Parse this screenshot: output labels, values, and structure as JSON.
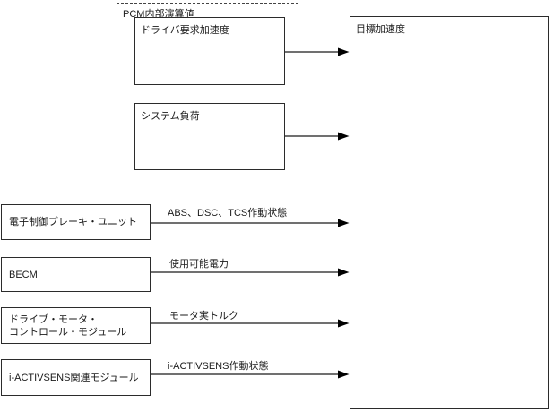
{
  "pcm_group": {
    "title": "PCM内部演算値",
    "boxes": [
      {
        "label": "ドライバ要求加速度"
      },
      {
        "label": "システム負荷"
      }
    ]
  },
  "target": {
    "label": "目標加速度"
  },
  "sources": [
    {
      "label": "電子制御ブレーキ・ユニット",
      "signal": "ABS、DSC、TCS作動状態"
    },
    {
      "label": "BECM",
      "signal": "使用可能電力"
    },
    {
      "label": "ドライブ・モータ・\nコントロール・モジュール",
      "signal": "モータ実トルク"
    },
    {
      "label": "i-ACTIVSENS関連モジュール",
      "signal": "i-ACTIVSENS作動状態"
    }
  ],
  "colors": {
    "line": "#1a1a1a",
    "border": "#2b2b2b",
    "background": "#ffffff"
  }
}
